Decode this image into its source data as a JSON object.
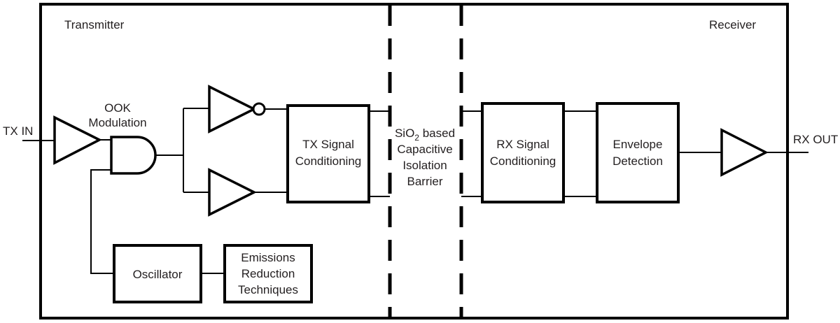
{
  "diagram": {
    "title_regions": {
      "transmitter": "Transmitter",
      "receiver": "Receiver"
    },
    "io": {
      "input_label": "TX IN",
      "output_label": "RX OUT"
    },
    "annotations": {
      "ook_line1": "OOK",
      "ook_line2": "Modulation"
    },
    "barrier": {
      "line1_pre": "SiO",
      "line1_sub": "2",
      "line1_post": " based",
      "line2": "Capacitive",
      "line3": "Isolation",
      "line4": "Barrier"
    },
    "blocks": [
      {
        "id": "tx-signal-conditioning",
        "line1": "TX Signal",
        "line2": "Conditioning"
      },
      {
        "id": "rx-signal-conditioning",
        "line1": "RX Signal",
        "line2": "Conditioning"
      },
      {
        "id": "envelope-detection",
        "line1": "Envelope",
        "line2": "Detection"
      },
      {
        "id": "oscillator",
        "line1": "Oscillator",
        "line2": ""
      },
      {
        "id": "emissions-reduction",
        "line1": "Emissions",
        "line2": "Reduction",
        "line3": "Techniques"
      }
    ],
    "gates": [
      {
        "id": "input-buffer",
        "type": "buffer"
      },
      {
        "id": "and-gate",
        "type": "and"
      },
      {
        "id": "inverter",
        "type": "inverter"
      },
      {
        "id": "branch-buffer",
        "type": "buffer"
      },
      {
        "id": "output-buffer",
        "type": "buffer"
      }
    ],
    "colors": {
      "stroke": "#000000",
      "text": "#231f20",
      "background": "#ffffff"
    }
  }
}
